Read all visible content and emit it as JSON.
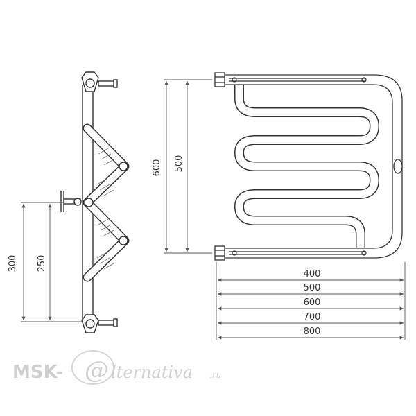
{
  "side_view": {
    "dim_outer": "300",
    "dim_inner": "250"
  },
  "front_view": {
    "dim_outer": "600",
    "dim_inner": "500",
    "widths": [
      "400",
      "500",
      "600",
      "700",
      "800"
    ]
  },
  "watermark": {
    "prefix": "MSK-",
    "at": "@",
    "suffix": "lternativa",
    "tld": ".ru"
  },
  "colors": {
    "line": "#333333",
    "dim_line": "#555555",
    "watermark": "#cfcfcf"
  }
}
